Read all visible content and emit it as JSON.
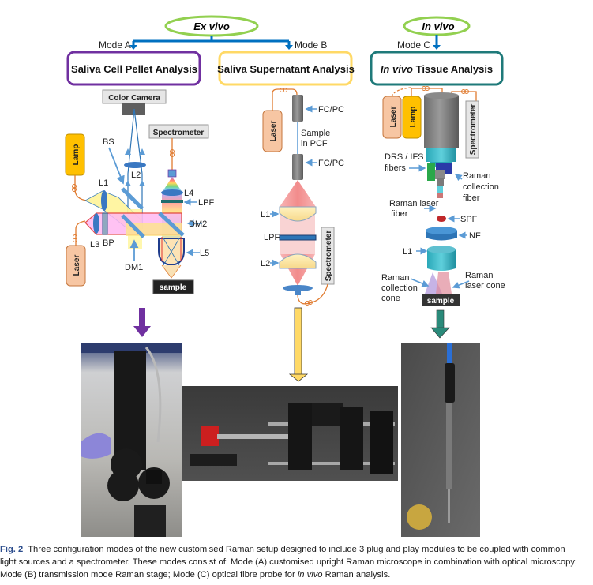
{
  "figure": {
    "top_nodes": {
      "ex_vivo": "Ex vivo",
      "in_vivo": "In vivo"
    },
    "mode_labels": {
      "a": "Mode A",
      "b": "Mode B",
      "c": "Mode C"
    },
    "mode_boxes": {
      "a": {
        "title": "Saliva Cell Pellet Analysis",
        "color": "#7030a0"
      },
      "b": {
        "title": "Saliva Supernatant Analysis",
        "color": "#ffd966"
      },
      "c": {
        "title_italic": "In vivo",
        "title_rest": " Tissue Analysis",
        "color": "#1f7a7a"
      }
    },
    "node_colors": {
      "ex_vivo": "#92d050",
      "in_vivo": "#92d050",
      "branch_arrow": "#0070c0"
    },
    "mode_a": {
      "color_camera": "Color Camera",
      "spectrometer": "Spectrometer",
      "lamp": "Lamp",
      "laser": "Laser",
      "sample": "sample",
      "labels": {
        "bs": "BS",
        "l1": "L1",
        "l2": "L2",
        "l3": "L3",
        "l4": "L4",
        "l5": "L5",
        "bp": "BP",
        "lpf": "LPF",
        "dm1": "DM1",
        "dm2": "DM2"
      }
    },
    "mode_b": {
      "laser": "Laser",
      "spectrometer": "Spectrometer",
      "labels": {
        "fcpc_top": "FC/PC",
        "sample_in_pcf_1": "Sample",
        "sample_in_pcf_2": "in PCF",
        "fcpc_bottom": "FC/PC",
        "l1": "L1",
        "lpf": "LPF",
        "l2": "L2"
      }
    },
    "mode_c": {
      "laser": "Laser",
      "lamp": "Lamp",
      "spectrometer": "Spectrometer",
      "sample": "sample",
      "labels": {
        "drs_ifs_1": "DRS / IFS",
        "drs_ifs_2": "fibers",
        "raman_collection_fiber_1": "Raman",
        "raman_collection_fiber_2": "collection",
        "raman_collection_fiber_3": "fiber",
        "raman_laser_fiber_1": "Raman laser",
        "raman_laser_fiber_2": "fiber",
        "spf": "SPF",
        "nf": "NF",
        "l1": "L1",
        "raman_collection_cone_1": "Raman",
        "raman_collection_cone_2": "collection",
        "raman_collection_cone_3": "cone",
        "raman_laser_cone_1": "Raman",
        "raman_laser_cone_2": "laser cone"
      }
    },
    "photos": {
      "a": "Photo of upright Raman microscope setup",
      "b": "Photo of transmission mode Raman stage",
      "c": "Photo of optical fibre probe with coin for scale"
    }
  },
  "caption": {
    "fig_no": "Fig. 2",
    "line1": "Three configuration modes of the new customised Raman setup designed to include 3 plug and play modules to be coupled with common",
    "line2": "light sources and a spectrometer. These modes consist of: Mode (A) customised upright Raman microscope in combination with optical microscopy;",
    "line3_pre": "Mode (B) transmission mode Raman stage; Mode (C) optical fibre probe for ",
    "line3_em": "in vivo",
    "line3_post": " Raman analysis."
  }
}
